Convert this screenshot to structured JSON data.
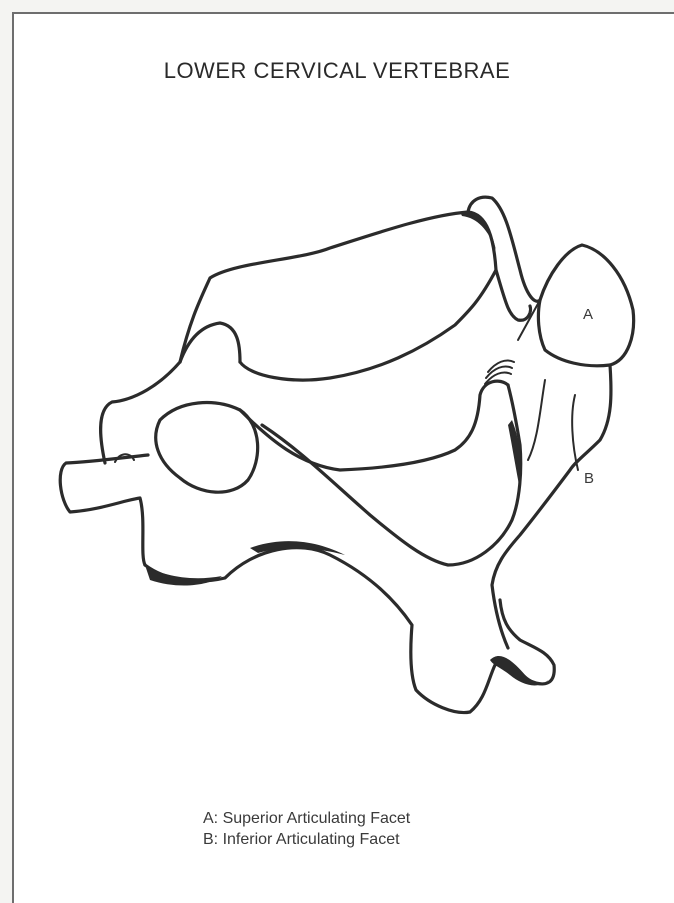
{
  "title": "LOWER CERVICAL VERTEBRAE",
  "labels": {
    "a": "A",
    "b": "B"
  },
  "legend": [
    "A: Superior Articulating Facet",
    "B: Inferior Articulating Facet"
  ]
}
